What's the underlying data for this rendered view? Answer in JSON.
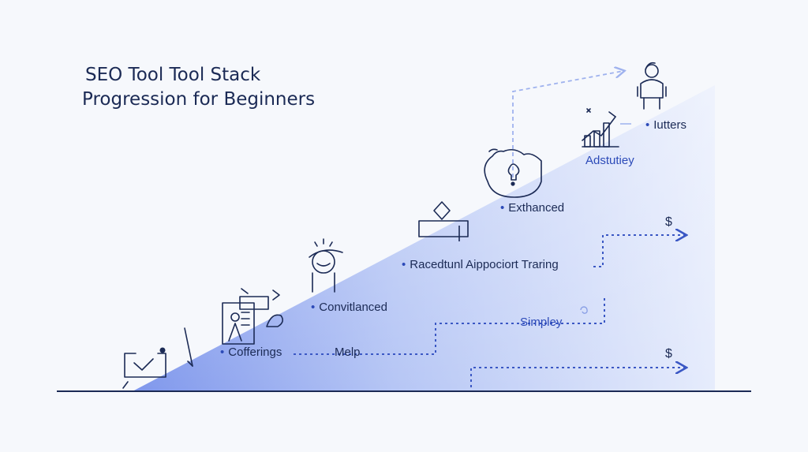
{
  "title": {
    "line1": "SEO Tool Tool Stack",
    "line2": "Progression for Beginners"
  },
  "labels": {
    "offerings": "Cofferings",
    "help": "Melp",
    "convitlanced": "Convitlanced",
    "raced": "Racedtunl Aippociort Traring",
    "exthanced": "Exthanced",
    "adstutiey": "Adstutiey",
    "iutters": "Iutters",
    "simpley": "Simpley",
    "dollar_top": "$",
    "dollar_bottom": "$"
  },
  "icons": [
    "checkmark-message-icon",
    "presentation-board-icon",
    "person-headset-icon",
    "diamond-decision-icon",
    "brain-lightbulb-icon",
    "growth-chart-icon",
    "person-trophy-icon"
  ],
  "colors": {
    "background": "#f6f8fc",
    "title": "#1b2a55",
    "accent": "#2c4ab8",
    "ramp_light": "#e8eefc",
    "ramp_dark": "#8fa5ee"
  }
}
